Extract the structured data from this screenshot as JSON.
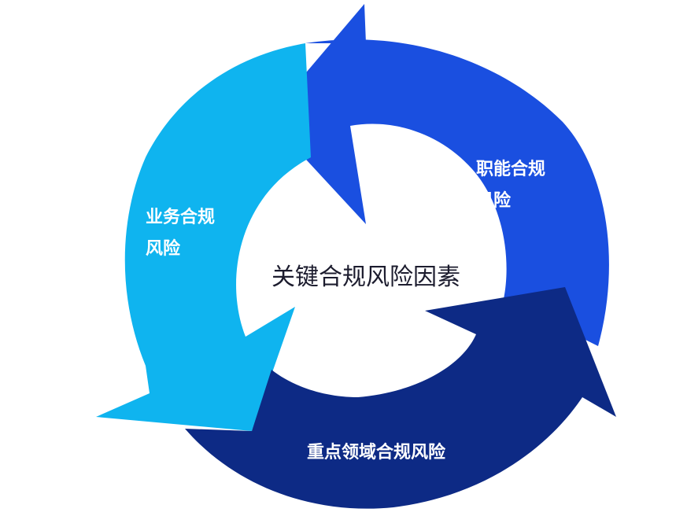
{
  "diagram": {
    "center_text": "关键合规风险因素",
    "segments": [
      {
        "name": "job",
        "lines": [
          "职能合规",
          "风险"
        ],
        "color": "#1a4fe0"
      },
      {
        "name": "business",
        "lines": [
          "业务合规",
          "风险"
        ],
        "color": "#0fb4ef"
      },
      {
        "name": "key-area",
        "lines": [
          "重点领域合规风险"
        ],
        "color": "#0d2a85"
      }
    ]
  }
}
